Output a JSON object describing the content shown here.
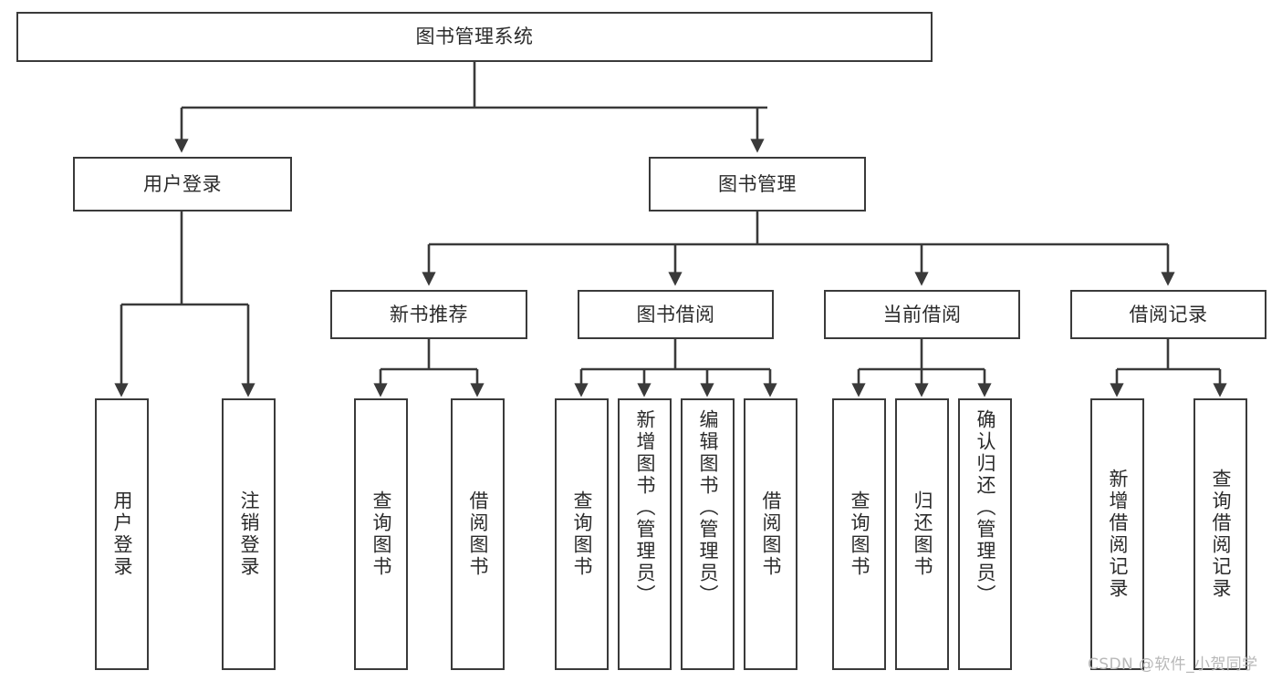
{
  "diagram": {
    "title": "图书管理系统",
    "type": "hierarchy-tree",
    "root": {
      "label": "图书管理系统"
    },
    "level2": [
      {
        "label": "用户登录"
      },
      {
        "label": "图书管理"
      }
    ],
    "level3": [
      {
        "label": "新书推荐"
      },
      {
        "label": "图书借阅"
      },
      {
        "label": "当前借阅"
      },
      {
        "label": "借阅记录"
      }
    ],
    "leaves": {
      "user_login": [
        {
          "label": "用户登录"
        },
        {
          "label": "注销登录"
        }
      ],
      "new_book_recommend": [
        {
          "label": "查询图书"
        },
        {
          "label": "借阅图书"
        }
      ],
      "book_borrow": [
        {
          "label": "查询图书"
        },
        {
          "label": "新增图书（管理员）"
        },
        {
          "label": "编辑图书（管理员）"
        },
        {
          "label": "借阅图书"
        }
      ],
      "current_borrow": [
        {
          "label": "查询图书"
        },
        {
          "label": "归还图书"
        },
        {
          "label": "确认归还（管理员）"
        }
      ],
      "borrow_record": [
        {
          "label": "新增借阅记录"
        },
        {
          "label": "查询借阅记录"
        }
      ]
    }
  },
  "watermark": {
    "text": "CSDN @软件_小贺同学"
  },
  "colors": {
    "stroke": "#3a3a3a",
    "fill": "#ffffff",
    "text": "#2b2b2b",
    "watermark": "#b8b8b8"
  }
}
